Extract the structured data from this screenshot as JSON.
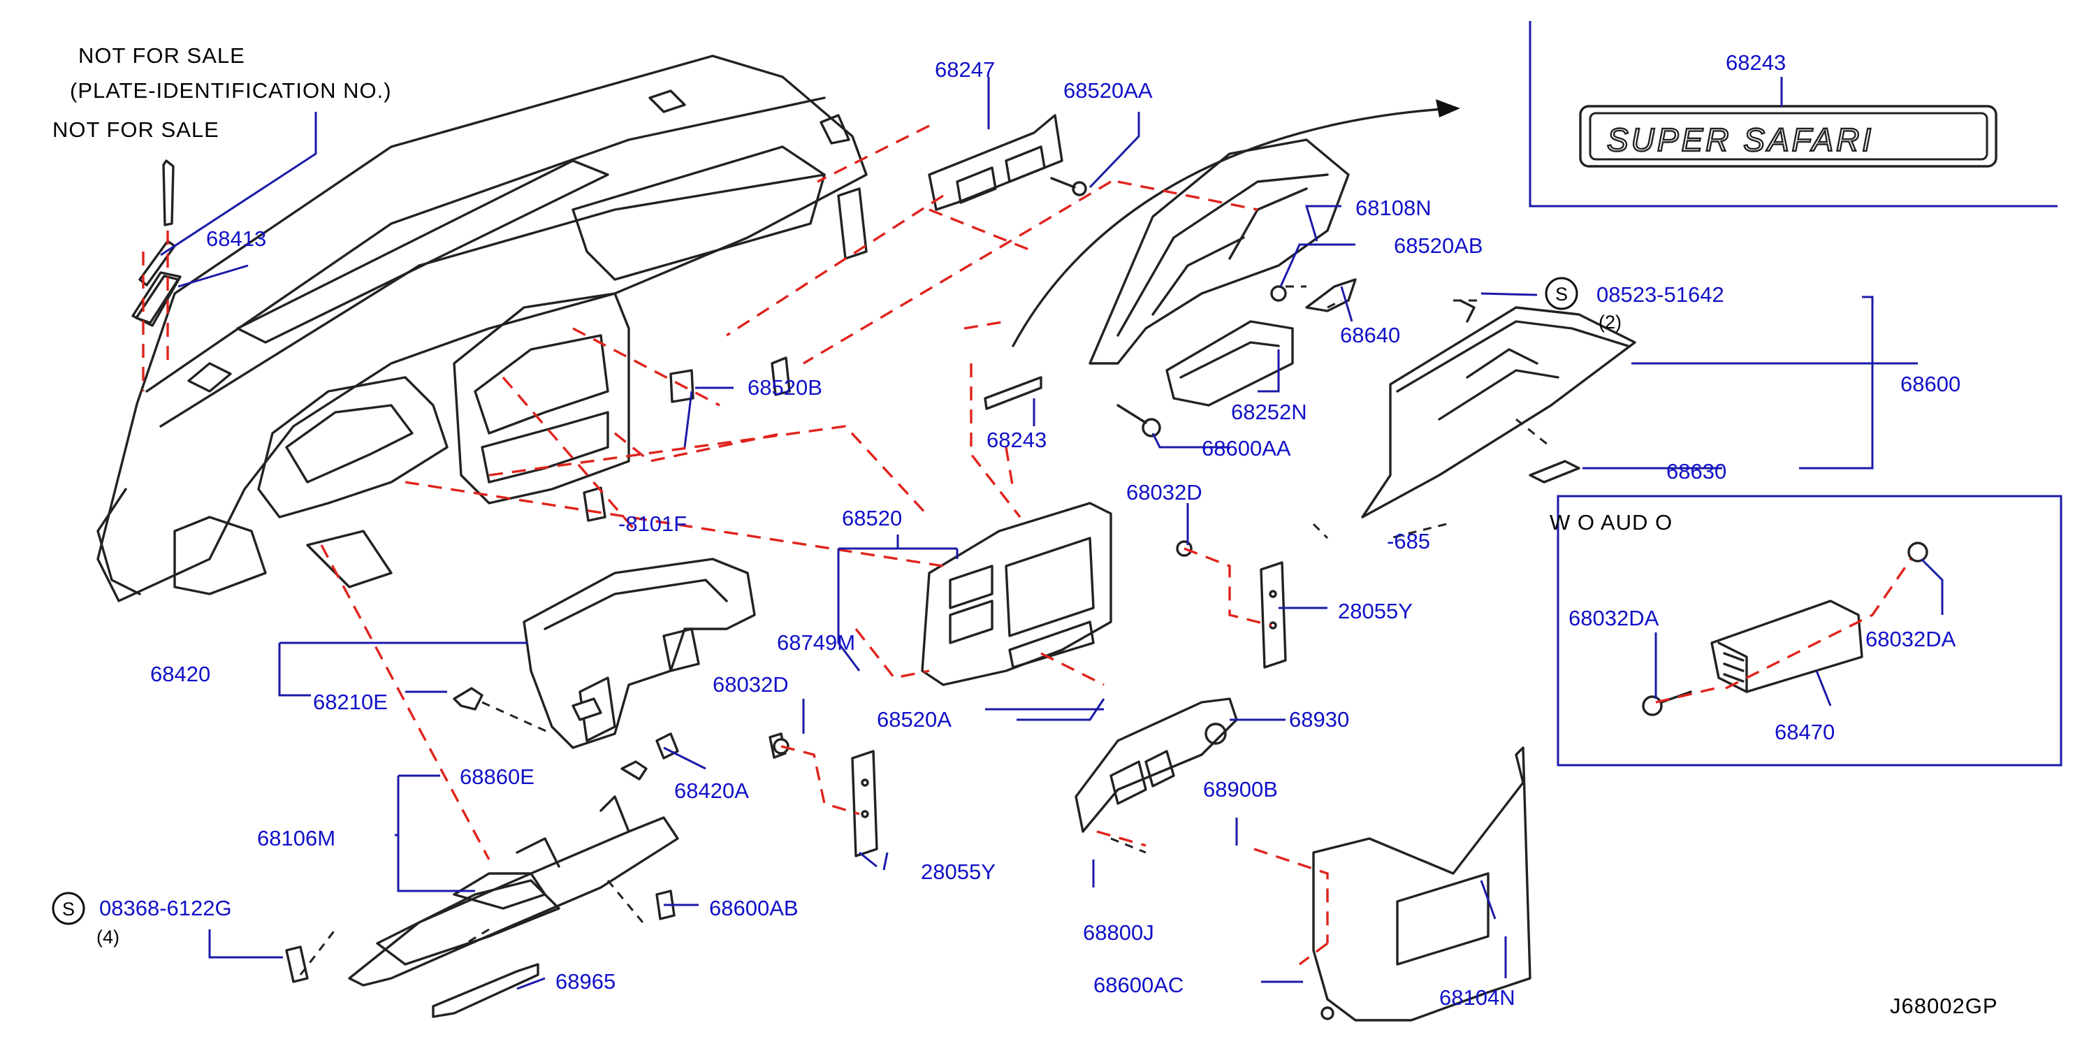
{
  "diagram": {
    "code": "J68002GP",
    "notes": {
      "plate_not_for_sale": "NOT  FOR  SALE",
      "plate_id": "(PLATE-IDENTIFICATION  NO.)",
      "rivet_not_for_sale": "NOT  FOR  SALE"
    },
    "inset_top": {
      "part_no": "68243",
      "emblem_text": "SUPER SAFARI"
    },
    "inset_audio": {
      "title": "W O  AUD O"
    },
    "screws": [
      {
        "symbol": "S",
        "part_no": "08523-51642",
        "qty": "(2)"
      },
      {
        "symbol": "S",
        "part_no": "08368-6122G",
        "qty": "(4)"
      }
    ],
    "labels": {
      "p68247": "68247",
      "p68520AA": "68520AA",
      "p68413": "68413",
      "p68108N": "68108N",
      "p68520AB": "68520AB",
      "p68640": "68640",
      "p68600": "68600",
      "p68252N": "68252N",
      "p68600AA": "68600AA",
      "p68520B": "68520B",
      "p68243": "68243",
      "p68630": "68630",
      "p68101F": "-8101F",
      "p68520": "68520",
      "p68032D_a": "68032D",
      "p68520_b": "-685",
      "p28055Y_a": "28055Y",
      "p68420": "68420",
      "p68210E": "68210E",
      "p68749M": "68749M",
      "p68032D_b": "68032D",
      "p68520A": "68520A",
      "p68930": "68930",
      "p68032DA_a": "68032DA",
      "p68032DA_b": "68032DA",
      "p68470": "68470",
      "p68860E": "68860E",
      "p68420A": "68420A",
      "p68106M": "68106M",
      "p28055Y_b": "28055Y",
      "p68900B": "68900B",
      "p68600AB": "68600AB",
      "p68800J": "68800J",
      "p68965": "68965",
      "p68600AC": "68600AC",
      "p68104N": "68104N"
    }
  }
}
